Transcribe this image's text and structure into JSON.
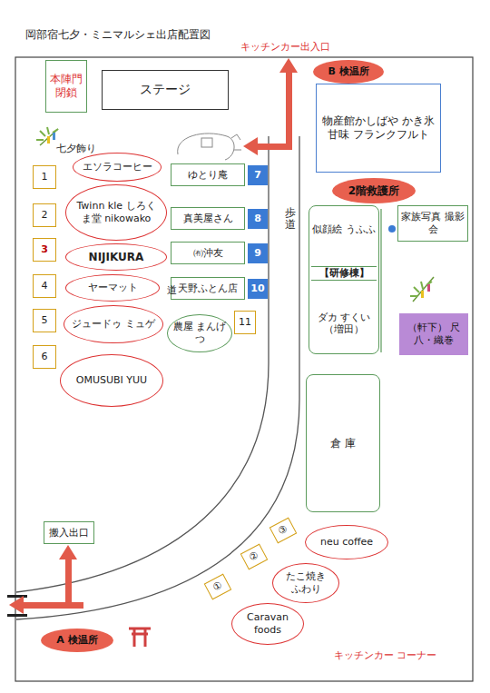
{
  "diagram": {
    "title": "岡部宿七夕・ミニマルシェ出店配置図",
    "nodes": [
      {
        "text": [
          "本陣門 閉鎖"
        ]
      },
      {
        "text": [
          "ステージ"
        ]
      },
      {
        "text": [
          "B 検温所"
        ]
      },
      {
        "text": [
          "物産館かしばや かき氷 甘味 フランクフルト"
        ]
      },
      {
        "text": [
          "1"
        ]
      },
      {
        "text": [
          "エソラコーヒー"
        ]
      },
      {
        "text": [
          "2"
        ]
      },
      {
        "text": [
          "Twinn kle しろくま堂 nikowako"
        ]
      },
      {
        "text": [
          "3"
        ]
      },
      {
        "text": [
          "NIJIKURA"
        ]
      },
      {
        "text": [
          "4"
        ]
      },
      {
        "text": [
          "ヤーマット"
        ]
      },
      {
        "text": [
          "5"
        ]
      },
      {
        "text": [
          "ジュードゥ ミュゲ"
        ]
      },
      {
        "text": [
          "6"
        ]
      },
      {
        "text": [
          "OMUSUBI YUU"
        ]
      },
      {
        "text": [
          "ゆとり庵"
        ]
      },
      {
        "text": [
          "7"
        ]
      },
      {
        "text": [
          "真美屋さん"
        ]
      },
      {
        "text": [
          "8"
        ]
      },
      {
        "text": [
          "㈲沖友"
        ]
      },
      {
        "text": [
          "9"
        ]
      },
      {
        "text": [
          "天野ふとん店"
        ]
      },
      {
        "text": [
          "10"
        ]
      },
      {
        "text": [
          "農屋 まんげつ"
        ]
      },
      {
        "text": [
          "11"
        ]
      },
      {
        "text": [
          "2階救護所"
        ]
      },
      {
        "text": [
          "似顔絵 うふふ",
          "【研修棟】",
          "ダカ すくい （増田）"
        ]
      },
      {
        "text": [
          "家族写真 撮影会"
        ]
      },
      {
        "text": [
          "（軒下） 尺八・織巻"
        ]
      },
      {
        "text": [
          "倉 庫"
        ]
      },
      {
        "text": [
          "搬入出口"
        ]
      },
      {
        "text": [
          "③"
        ]
      },
      {
        "text": [
          "neu coffee"
        ]
      },
      {
        "text": [
          "②"
        ]
      },
      {
        "text": [
          "たこ焼き ふわり"
        ]
      },
      {
        "text": [
          "①"
        ]
      },
      {
        "text": [
          "Caravan foods"
        ]
      },
      {
        "text": [
          "A 検温所"
        ]
      }
    ],
    "labels": [
      "キッチンカー出入口",
      "七夕飾り",
      "道",
      "歩道",
      "キッチンカー コーナー"
    ]
  }
}
